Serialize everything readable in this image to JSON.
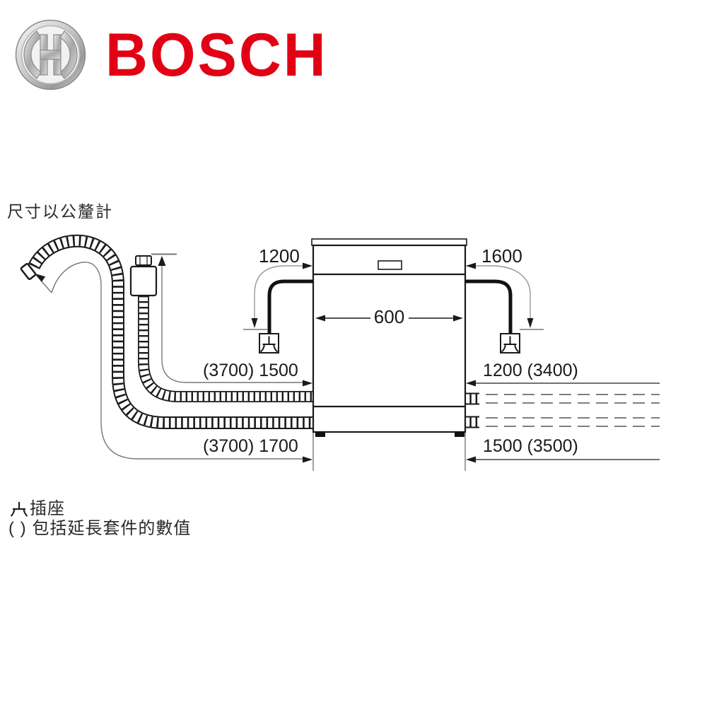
{
  "brand": {
    "wordmark": "BOSCH"
  },
  "note": "尺寸以公釐計",
  "diagram": {
    "unit_labels": {
      "power_cord_left": "1200",
      "power_cord_right": "1600",
      "appliance_width": "600",
      "supply_hose_left": "(3700) 1500",
      "supply_hose_right": "1200 (3400)",
      "drain_hose_left": "(3700) 1700",
      "drain_hose_right": "1500 (3500)"
    }
  },
  "legend": {
    "socket_label": "插座",
    "extension_note": "( ) 包括延長套件的數值"
  },
  "icons": {
    "brand_emblem": "bosch-armature-icon",
    "socket_symbol": "power-socket-icon"
  },
  "colors": {
    "brand_red": "#e20015",
    "line_black": "#1a1a1a",
    "dim_gray": "#888888",
    "background": "#ffffff"
  }
}
